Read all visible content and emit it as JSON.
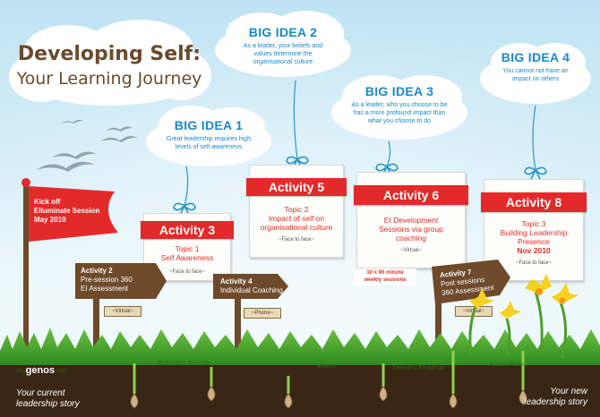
{
  "title": {
    "line1": "Developing Self:",
    "line2": "Your Learning Journey"
  },
  "big_ideas": [
    {
      "title": "BIG IDEA 1",
      "text": "Great leadership requires high levels of self awareness"
    },
    {
      "title": "BIG IDEA 2",
      "text": "As a leader, your beliefs and values determine the organisational culture"
    },
    {
      "title": "BIG IDEA 3",
      "text": "As a leader, who you choose to be has a more profound impact than what you choose to do"
    },
    {
      "title": "BIG IDEA 4",
      "text": "You cannot not have an impact on others"
    }
  ],
  "kickoff": {
    "line1": "Kick off",
    "line2": "Elluminate Session",
    "line3": "May 2010"
  },
  "activity_cards": [
    {
      "label": "Activity 3",
      "topic_line1": "Topic 1",
      "topic_line2": "Self Awareness",
      "topic_line3": "",
      "mode": "~Face to face~"
    },
    {
      "label": "Activity 5",
      "topic_line1": "Topic 2",
      "topic_line2": "Impact of self on",
      "topic_line3": "organisational culture",
      "mode": "~Face to face~"
    },
    {
      "label": "Activity 6",
      "topic_line1": "EI Development",
      "topic_line2": "Sessions via group",
      "topic_line3": "coaching",
      "mode": "~Virtual~"
    },
    {
      "label": "Activity 8",
      "topic_line1": "Topic 3",
      "topic_line2": "Building Leadership",
      "topic_line3": "Presence",
      "topic_line4": "Nov 2010",
      "mode": "~Face to face~"
    }
  ],
  "sessions_note": {
    "line1": "10 x 90 minute",
    "line2": "weekly sessions"
  },
  "signposts": [
    {
      "line1": "Activity 2",
      "line2": "Pre-session 360",
      "line3": "EI Assessment",
      "tag": "~Virtual~"
    },
    {
      "line1": "Activity 4",
      "line2": "Individual Coaching",
      "line3": "",
      "tag": "~Phone~"
    },
    {
      "line1": "Activity 7",
      "line2": "Post sessions",
      "line3": "360 Assessment",
      "tag": "~Virtual~"
    }
  ],
  "ground_labels": [
    "Reflection Journals",
    "Videos",
    "Selected Readings",
    "Action Plans"
  ],
  "logo": {
    "prefix": "my",
    "brand": "genos",
    "suffix": ".net"
  },
  "story_left": {
    "line1": "Your current",
    "line2": "leadership story"
  },
  "story_right": {
    "line1": "Your new",
    "line2": "leadership story"
  },
  "colors": {
    "accent_red": "#e32a2a",
    "idea_blue": "#1a88c9",
    "sign_brown": "#6e4a2b",
    "title_brown": "#6b4a2b",
    "grass_green": "#3f9a2a",
    "soil": "#3a2614"
  }
}
